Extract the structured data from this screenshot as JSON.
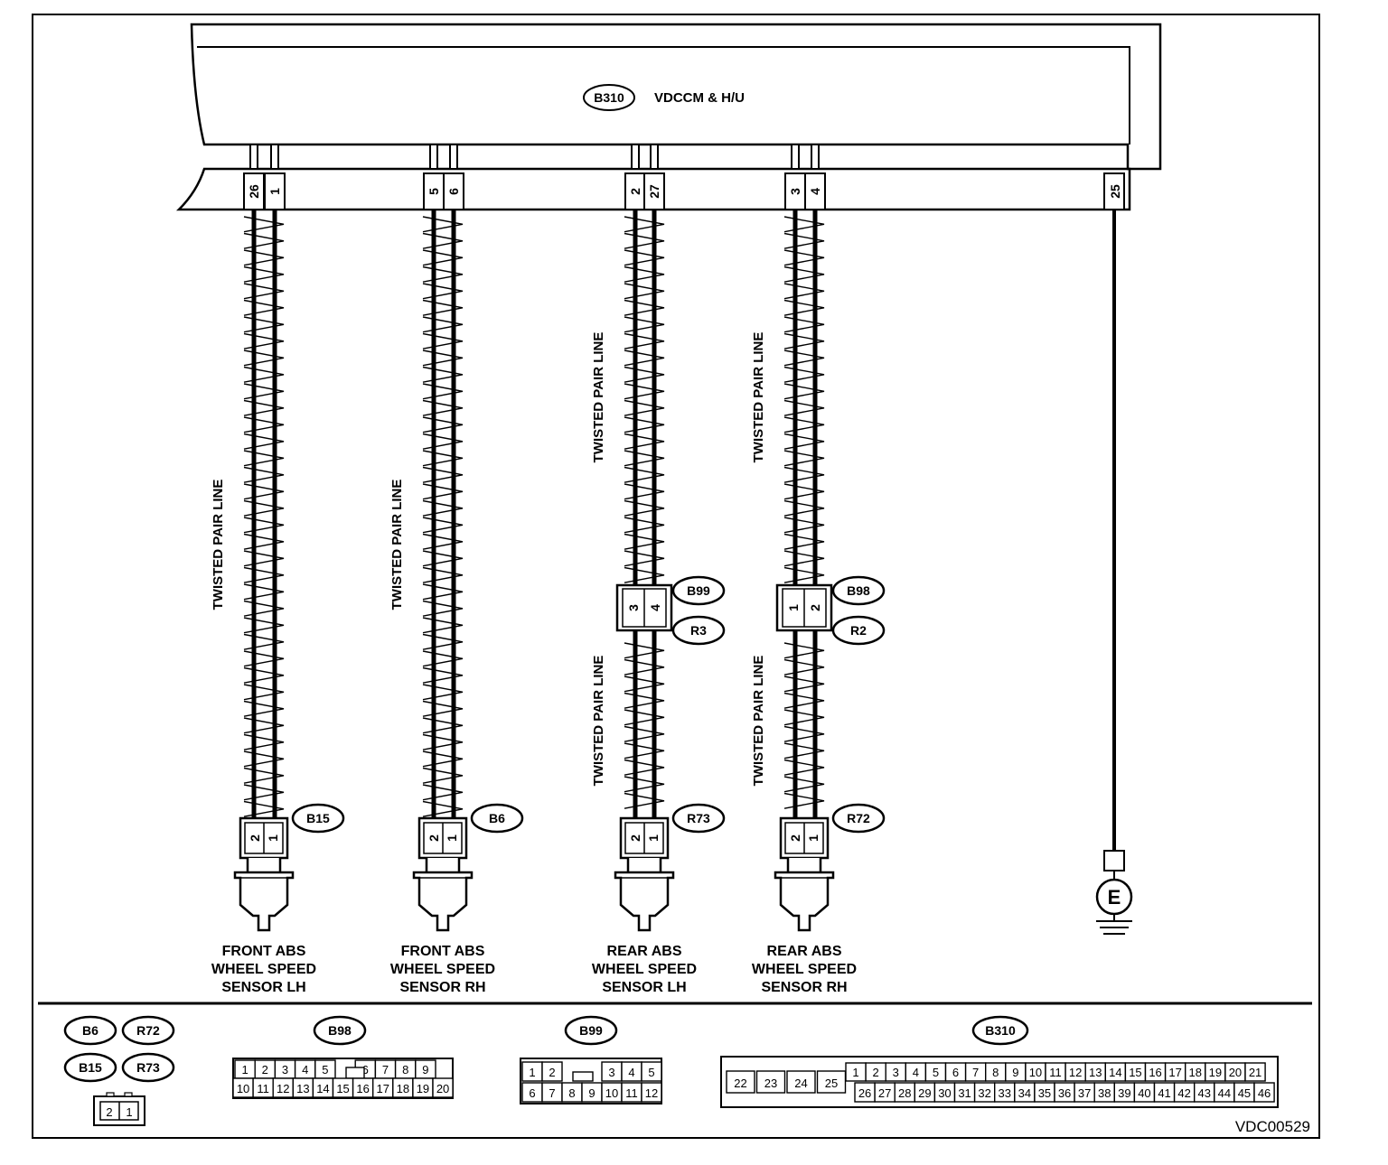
{
  "diagram_id": "VDC00529",
  "control_unit": {
    "connector": "B310",
    "name": "VDCCM & H/U",
    "ground_pin": "25",
    "ground_symbol": "E"
  },
  "twisted_pair_label": "TWISTED PAIR LINE",
  "sensors": [
    {
      "id": "front-lh",
      "ecu_pins": [
        "26",
        "1"
      ],
      "connector": "B15",
      "connector_pins": [
        "2",
        "1"
      ],
      "name_lines": [
        "FRONT ABS",
        "WHEEL SPEED",
        "SENSOR LH"
      ]
    },
    {
      "id": "front-rh",
      "ecu_pins": [
        "5",
        "6"
      ],
      "connector": "B6",
      "connector_pins": [
        "2",
        "1"
      ],
      "name_lines": [
        "FRONT ABS",
        "WHEEL SPEED",
        "SENSOR RH"
      ]
    },
    {
      "id": "rear-lh",
      "ecu_pins": [
        "2",
        "27"
      ],
      "intermediate": {
        "connector_top": "B99",
        "connector_bottom": "R3",
        "pins": [
          "3",
          "4"
        ]
      },
      "connector": "R73",
      "connector_pins": [
        "2",
        "1"
      ],
      "name_lines": [
        "REAR ABS",
        "WHEEL SPEED",
        "SENSOR LH"
      ]
    },
    {
      "id": "rear-rh",
      "ecu_pins": [
        "3",
        "4"
      ],
      "intermediate": {
        "connector_top": "B98",
        "connector_bottom": "R2",
        "pins": [
          "1",
          "2"
        ]
      },
      "connector": "R72",
      "connector_pins": [
        "2",
        "1"
      ],
      "name_lines": [
        "REAR ABS",
        "WHEEL SPEED",
        "SENSOR RH"
      ]
    }
  ],
  "legend": {
    "sensor_group": {
      "ids": [
        "B6",
        "R72",
        "B15",
        "R73"
      ],
      "pins": [
        "2",
        "1"
      ]
    },
    "b98": {
      "id": "B98",
      "row1": [
        "1",
        "2",
        "3",
        "4",
        "5",
        "",
        "6",
        "7",
        "8",
        "9"
      ],
      "row2": [
        "10",
        "11",
        "12",
        "13",
        "14",
        "15",
        "16",
        "17",
        "18",
        "19",
        "20"
      ]
    },
    "b99": {
      "id": "B99",
      "row1": [
        "1",
        "2",
        "",
        "",
        "3",
        "4",
        "5"
      ],
      "row2": [
        "6",
        "7",
        "8",
        "9",
        "10",
        "11",
        "12"
      ]
    },
    "b310": {
      "id": "B310",
      "left": [
        "22",
        "23",
        "24",
        "25"
      ],
      "row1": [
        "1",
        "2",
        "3",
        "4",
        "5",
        "6",
        "7",
        "8",
        "9",
        "10",
        "11",
        "12",
        "13",
        "14",
        "15",
        "16",
        "17",
        "18",
        "19",
        "20",
        "21"
      ],
      "row2": [
        "26",
        "27",
        "28",
        "29",
        "30",
        "31",
        "32",
        "33",
        "34",
        "35",
        "36",
        "37",
        "38",
        "39",
        "40",
        "41",
        "42",
        "43",
        "44",
        "45",
        "46"
      ]
    }
  }
}
